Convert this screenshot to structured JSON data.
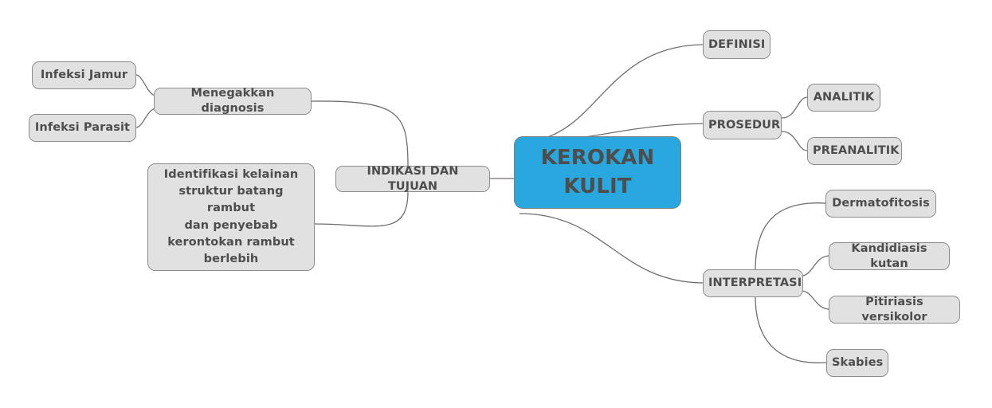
{
  "diagram": {
    "type": "mind-map",
    "title": "KEROKAN KULIT",
    "center": {
      "label": "KEROKAN KULIT",
      "color": "#29a8e0",
      "text_color": "#4d4d4d"
    },
    "node_style": {
      "fill": "#e1e1e1",
      "border": "#8c8c8c",
      "text_color": "#4d4d4d",
      "edge_color": "#6e6e6e"
    },
    "branches": [
      {
        "id": "definisi",
        "label": "DEFINISI",
        "side": "right",
        "children": []
      },
      {
        "id": "prosedur",
        "label": "PROSEDUR",
        "side": "right",
        "children": [
          {
            "id": "analitik",
            "label": "ANALITIK"
          },
          {
            "id": "preanalitik",
            "label": "PREANALITIK"
          }
        ]
      },
      {
        "id": "interpretasi",
        "label": "INTERPRETASI",
        "side": "right",
        "children": [
          {
            "id": "dermatofitosis",
            "label": "Dermatofitosis"
          },
          {
            "id": "kandidiasis-kutan",
            "label": "Kandidiasis kutan"
          },
          {
            "id": "pitiriasis-versikolor",
            "label": "Pitiriasis versikolor"
          },
          {
            "id": "skabies",
            "label": "Skabies"
          }
        ]
      },
      {
        "id": "indikasi-dan-tujuan",
        "label": "INDIKASI DAN TUJUAN",
        "side": "left",
        "children": [
          {
            "id": "menegakkan-diagnosis",
            "label": "Menegakkan diagnosis",
            "children": [
              {
                "id": "infeksi-jamur",
                "label": "Infeksi Jamur"
              },
              {
                "id": "infeksi-parasit",
                "label": "Infeksi Parasit"
              }
            ]
          },
          {
            "id": "identifikasi-kelainan",
            "label": "Identifikasi kelainan struktur batang rambut dan penyebab kerontokan rambut berlebih",
            "lines": [
              "Identifikasi kelainan",
              "struktur batang rambut",
              "dan penyebab",
              "kerontokan rambut",
              "berlebih"
            ]
          }
        ]
      }
    ]
  }
}
